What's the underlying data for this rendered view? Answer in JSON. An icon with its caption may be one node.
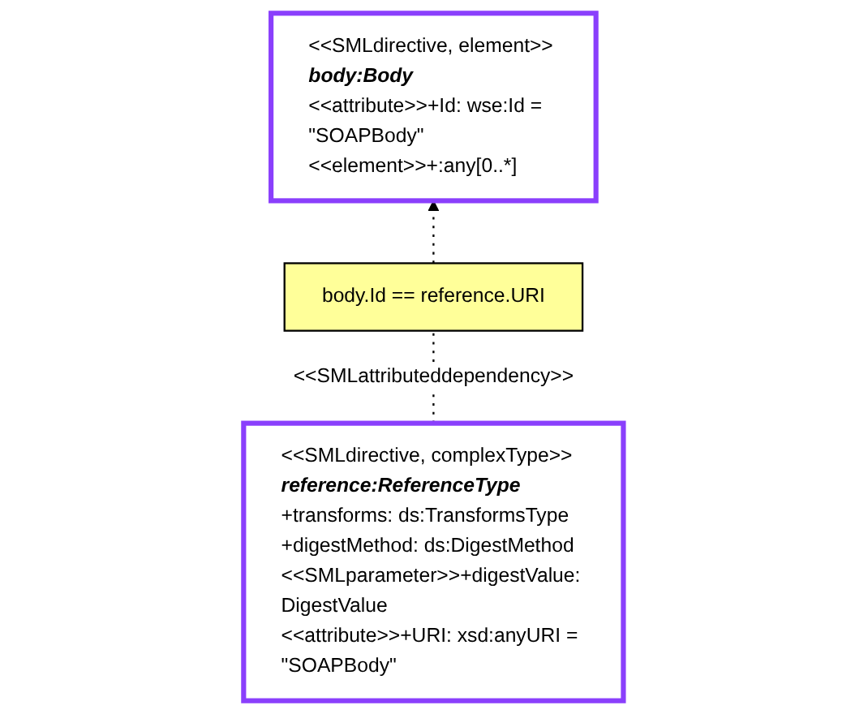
{
  "diagram": {
    "nodes": [
      {
        "text": [
          "<<SMLdirective, element>>",
          "body:Body",
          "<<attribute>>+Id: wse:Id = \"SOAPBody\"",
          "<<element>>+:any[0..*]"
        ]
      },
      {
        "text": [
          "body.Id == reference.URI"
        ]
      },
      {
        "text": [
          "<<SMLdirective, complexType>>",
          "reference:ReferenceType",
          "+transforms: ds:TransformsType",
          "+digestMethod: ds:DigestMethod",
          "<<SMLparameter>>+digestValue: DigestValue",
          "<<attribute>>+URI: xsd:anyURI = \"SOAPBody\""
        ]
      }
    ],
    "edges": [
      {
        "from": 2,
        "to": 1,
        "arrow": "none",
        "style": "dashed",
        "label": "<<SMLattributeddependency>>"
      },
      {
        "from": 1,
        "to": 0,
        "arrow": "to",
        "style": "dashed"
      }
    ]
  }
}
